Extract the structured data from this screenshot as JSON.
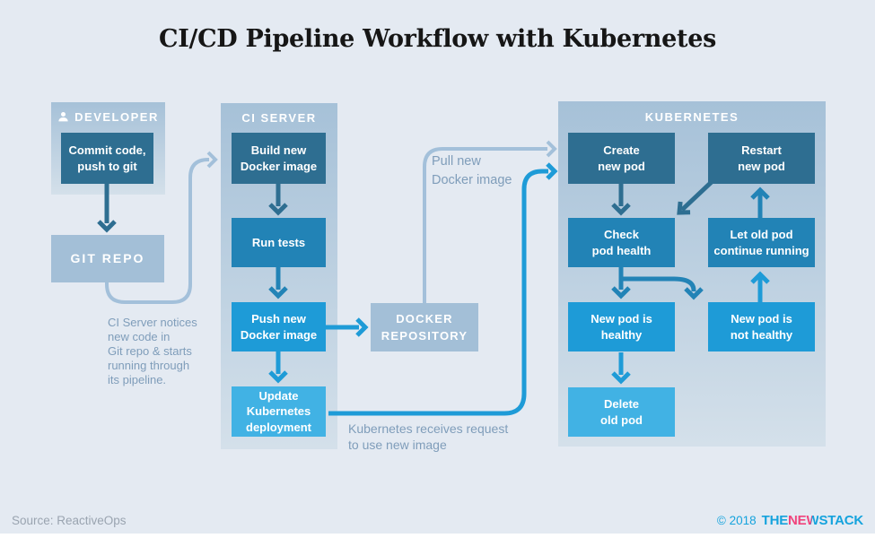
{
  "title": "CI/CD Pipeline Workflow with Kubernetes",
  "panels": {
    "developer": {
      "label": "DEVELOPER"
    },
    "ci_server": {
      "label": "CI SERVER"
    },
    "kubernetes": {
      "label": "KUBERNETES"
    }
  },
  "boxes": {
    "commit": {
      "label": "Commit code,\npush to git"
    },
    "git_repo": {
      "label": "GIT REPO"
    },
    "build": {
      "label": "Build new\nDocker image"
    },
    "run_tests": {
      "label": "Run tests"
    },
    "push": {
      "label": "Push new\nDocker image"
    },
    "update": {
      "label": "Update\nKubernetes\ndeployment"
    },
    "docker_repo": {
      "label": "DOCKER\nREPOSITORY"
    },
    "create_pod": {
      "label": "Create\nnew pod"
    },
    "restart_pod": {
      "label": "Restart\nnew pod"
    },
    "check_health": {
      "label": "Check\npod health"
    },
    "let_old_pod": {
      "label": "Let old pod\ncontinue running"
    },
    "pod_healthy": {
      "label": "New pod is\nhealthy"
    },
    "pod_not_healthy": {
      "label": "New pod is\nnot healthy"
    },
    "delete_old_pod": {
      "label": "Delete\nold pod"
    }
  },
  "annotations": {
    "ci_notice": "CI Server notices\nnew code in\nGit repo & starts\nrunning through\nits pipeline.",
    "pull_image": "Pull new\nDocker image",
    "k8s_request": "Kubernetes receives request\nto use new image"
  },
  "footer": {
    "source": "Source: ReactiveOps",
    "copyright": "© 2018",
    "logo_the": "THE",
    "logo_ne": "NE",
    "logo_w": "W",
    "logo_stack": "STACK"
  },
  "colors": {
    "page_bg": "#e4eaf2",
    "panel_top": "#a6c1d8",
    "panel_bottom": "#d4e0ea",
    "box_dark": "#2e6e91",
    "box_mid": "#2283b6",
    "box_bright": "#1e9bd7",
    "box_light": "#41b2e4",
    "box_gray": "#a3bfd7",
    "arrow_light": "#a3c0da",
    "annotation": "#7f9dba",
    "title_color": "#161616",
    "footer_text": "#9aa4b0",
    "logo_blue": "#15a3dd",
    "logo_pink": "#f0447d"
  }
}
